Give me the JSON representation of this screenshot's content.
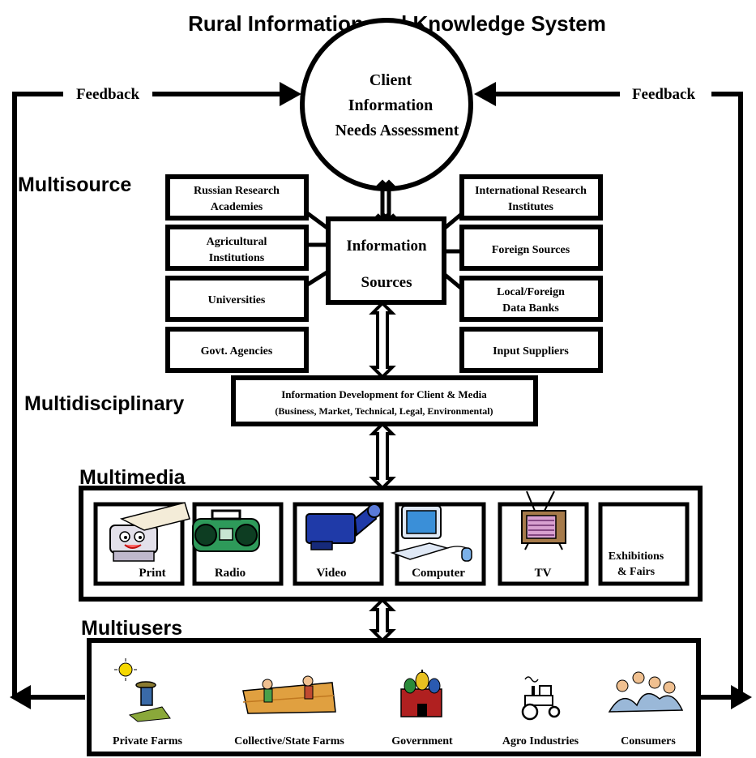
{
  "title": "Rural Information and Knowledge System",
  "feedback_left": "Feedback",
  "feedback_right": "Feedback",
  "assessment": [
    "Client",
    "Information",
    "Needs Assessment"
  ],
  "sections": {
    "multisource": "Multisource",
    "multidisciplinary": "Multidisciplinary",
    "multimedia": "Multimedia",
    "multiusers": "Multiusers"
  },
  "info_sources": [
    "Information",
    "Sources"
  ],
  "left_sources": [
    [
      "Russian Research",
      "Academies"
    ],
    [
      "Agricultural",
      "Institutions"
    ],
    [
      "Universities"
    ],
    [
      "Govt. Agencies"
    ]
  ],
  "right_sources": [
    [
      "International Research",
      "Institutes"
    ],
    [
      "Foreign Sources"
    ],
    [
      "Local/Foreign",
      "Data Banks"
    ],
    [
      "Input Suppliers"
    ]
  ],
  "development": {
    "line1": "Information Development for Client & Media",
    "line2": "(Business, Market, Technical, Legal, Environmental)"
  },
  "media": [
    {
      "label": "Print",
      "icon": "printer-icon"
    },
    {
      "label": "Radio",
      "icon": "radio-icon"
    },
    {
      "label": "Video",
      "icon": "video-camera-icon"
    },
    {
      "label": "Computer",
      "icon": "computer-icon"
    },
    {
      "label": "TV",
      "icon": "tv-icon"
    },
    {
      "label": [
        "Exhibitions",
        "& Fairs"
      ],
      "icon": ""
    }
  ],
  "users": [
    {
      "label": "Private Farms",
      "icon": "farmer-icon"
    },
    {
      "label": "Collective/State Farms",
      "icon": "field-workers-icon"
    },
    {
      "label": "Government",
      "icon": "kremlin-icon"
    },
    {
      "label": "Agro Industries",
      "icon": "tractor-icon"
    },
    {
      "label": "Consumers",
      "icon": "people-group-icon"
    }
  ],
  "colors": {
    "screen_blue": "#3a8fd8",
    "video_blue": "#1f3aa8",
    "radio_green": "#1f8a4a",
    "sun_yellow": "#f5d800",
    "field_orange": "#e0a040"
  }
}
